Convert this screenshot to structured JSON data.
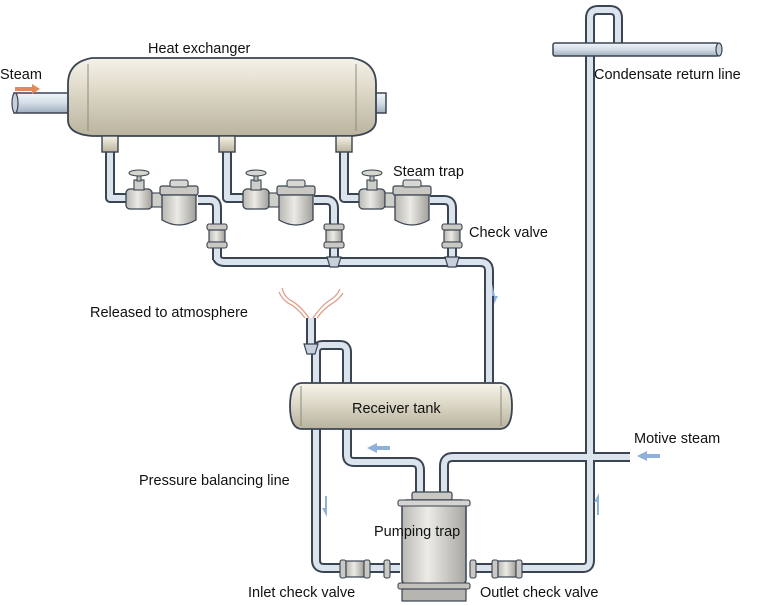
{
  "labels": {
    "steam": "Steam",
    "heat_exchanger": "Heat exchanger",
    "steam_trap": "Steam trap",
    "check_valve": "Check valve",
    "condensate_return_line": "Condensate return line",
    "released_to_atmosphere": "Released to atmosphere",
    "receiver_tank": "Receiver tank",
    "motive_steam": "Motive steam",
    "pressure_balancing_line": "Pressure balancing line",
    "pumping_trap": "Pumping trap",
    "inlet_check_valve": "Inlet check valve",
    "outlet_check_valve": "Outlet check valve"
  },
  "colors": {
    "pipe_fill": "#dbe3ec",
    "pipe_stroke": "#3a4452",
    "equipment_fill": "#e8e4d6",
    "flow_arrow": "#8fb0d8",
    "steam_arrow": "#e08a5a",
    "vent_wisp": "#e0a08a"
  }
}
